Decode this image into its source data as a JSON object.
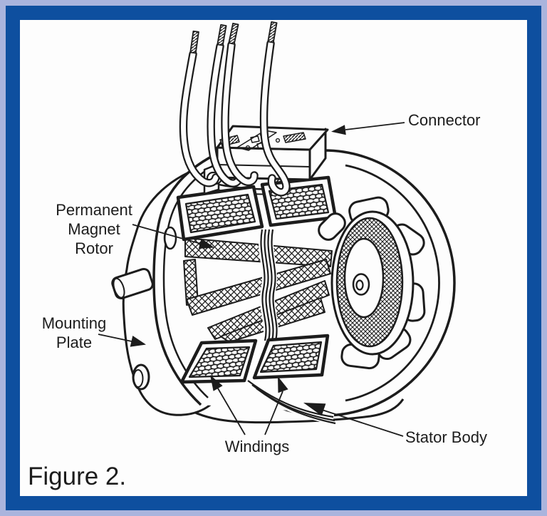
{
  "window": {
    "outer_border_color": "#aab4dd",
    "frame_color": "#0e4f9f",
    "canvas_color": "#fdfdfd",
    "ink_color": "#1c1c1c"
  },
  "figure": {
    "caption": "Figure 2."
  },
  "labels": {
    "connector": {
      "text": "Connector"
    },
    "permanent_magnet_rotor": {
      "line1": "Permanent",
      "line2": "Magnet",
      "line3": "Rotor"
    },
    "mounting_plate": {
      "line1": "Mounting",
      "line2": "Plate"
    },
    "windings": {
      "text": "Windings"
    },
    "stator_body": {
      "text": "Stator Body"
    }
  }
}
